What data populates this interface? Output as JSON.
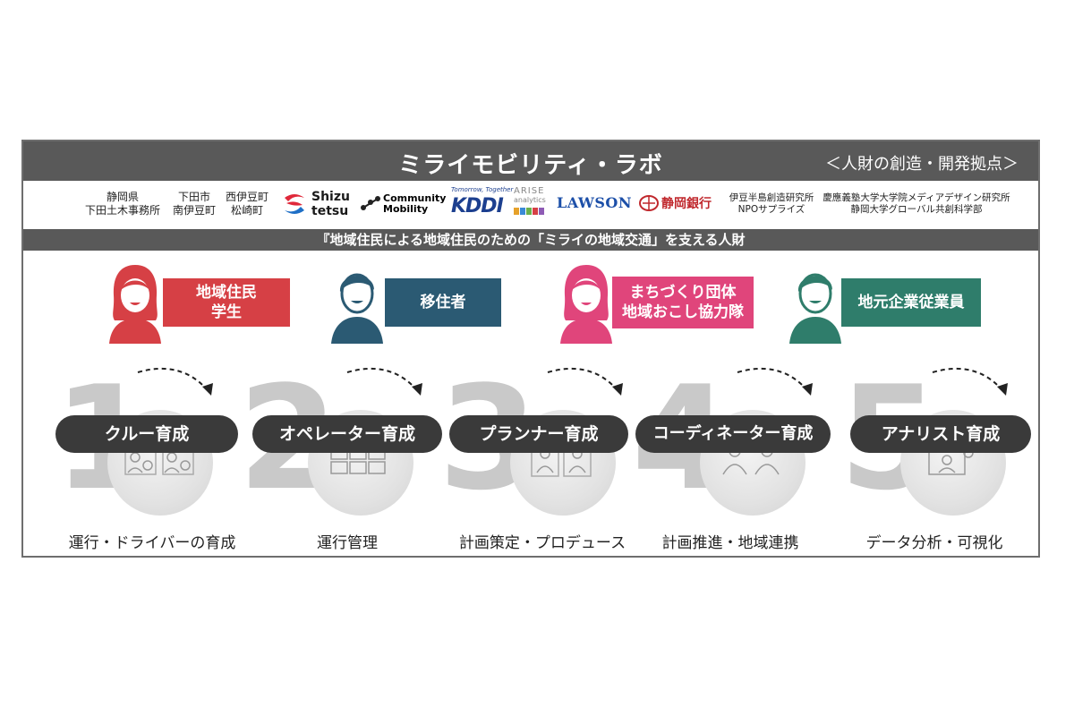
{
  "header": {
    "title": "ミライモビリティ・ラボ",
    "subtitle": "＜人財の創造・開発拠点＞"
  },
  "partners": {
    "pref_line1": "静岡県",
    "pref_line2": "下田土木事務所",
    "city_line1": "下田市",
    "city_line2": "南伊豆町",
    "town_line1": "西伊豆町",
    "town_line2": "松崎町",
    "shizutetsu_1": "Shizu",
    "shizutetsu_2": "tetsu",
    "cm_1": "Community",
    "cm_2": "Mobility",
    "kddi_tag": "Tomorrow, Together",
    "kddi": "KDDI",
    "arise_1": "ARISE",
    "arise_2": "analytics",
    "lawson": "LAWSON",
    "bank": "静岡銀行",
    "izu_1": "伊豆半島創造研究所",
    "izu_2": "NPOサプライズ",
    "univ_1": "慶應義塾大学大学院メディアデザイン研究所",
    "univ_2": "静岡大学グローバル共創科学部"
  },
  "mission": "『地域住民による地域住民のための「ミライの地域交通」を支える人財",
  "personas": [
    {
      "line1": "地域住民",
      "line2": "学生",
      "color": "#d64045"
    },
    {
      "line1": "移住者",
      "line2": "",
      "color": "#2b5a73"
    },
    {
      "line1": "まちづくり団体",
      "line2": "地域おこし協力隊",
      "color": "#e0457b"
    },
    {
      "line1": "地元企業従業員",
      "line2": "",
      "color": "#2f7d6b"
    }
  ],
  "icons": {
    "person_red": "female-person-icon",
    "person_blue": "male-person-icon",
    "person_pink": "female-person-icon",
    "person_green": "male-person-icon"
  },
  "steps": [
    {
      "num": "1",
      "label": "クルー育成",
      "caption": "運行・ドライバーの育成",
      "icon": "crew-icon"
    },
    {
      "num": "2",
      "label": "オペレーター育成",
      "caption": "運行管理",
      "icon": "monitor-operations-icon"
    },
    {
      "num": "3",
      "label": "プランナー育成",
      "caption": "計画策定・プロデュース",
      "icon": "planner-icon"
    },
    {
      "num": "4",
      "label": "コーディネーター育成",
      "caption": "計画推進・地域連携",
      "icon": "coordinator-icon"
    },
    {
      "num": "5",
      "label": "アナリスト育成",
      "caption": "データ分析・可視化",
      "icon": "analyst-icon"
    }
  ]
}
